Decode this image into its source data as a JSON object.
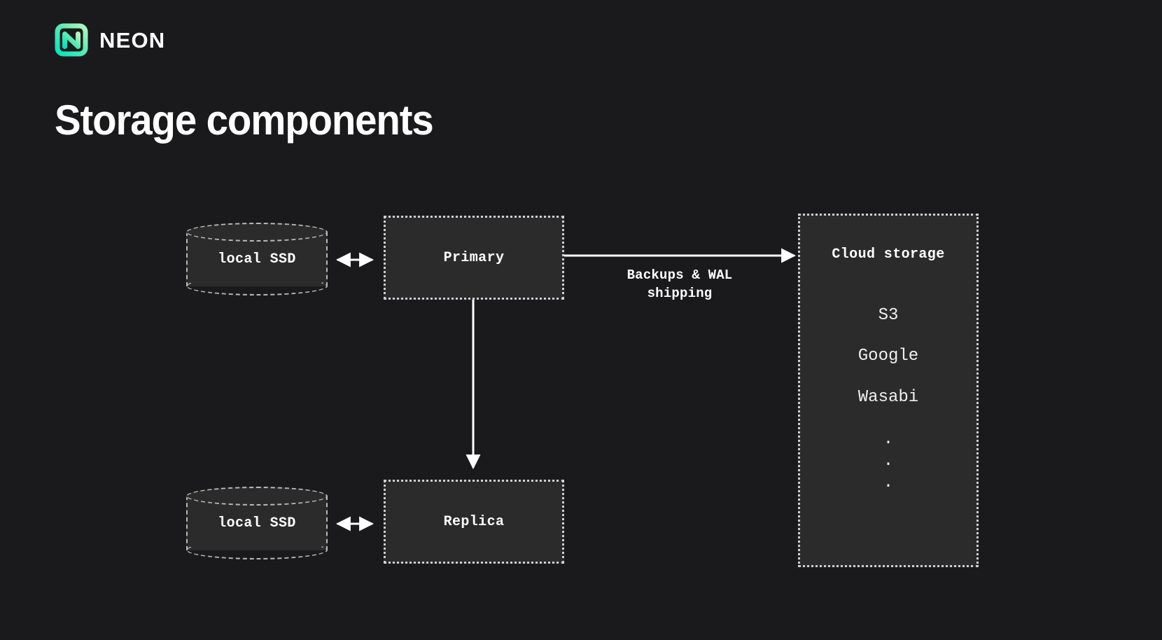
{
  "brand": {
    "logo_icon": "neon-logo-mark",
    "wordmark": "NEON",
    "gradient_from": "#00e5c0",
    "gradient_to": "#a7f3b8"
  },
  "page": {
    "title": "Storage components",
    "background_color": "#1a1a1c",
    "node_fill_color": "#2b2b2b",
    "border_color": "#cfcfcf",
    "text_color": "#ffffff"
  },
  "diagram": {
    "nodes": [
      {
        "id": "ssd-primary",
        "label": "local SSD",
        "shape": "cylinder"
      },
      {
        "id": "primary",
        "label": "Primary",
        "shape": "dotted-box"
      },
      {
        "id": "ssd-replica",
        "label": "local SSD",
        "shape": "cylinder"
      },
      {
        "id": "replica",
        "label": "Replica",
        "shape": "dotted-box"
      },
      {
        "id": "cloud-storage",
        "label": "Cloud storage",
        "shape": "dotted-box"
      }
    ],
    "cloud_storage": {
      "title": "Cloud storage",
      "providers": [
        "S3",
        "Google",
        "Wasabi"
      ],
      "ellipsis": [
        ".",
        ".",
        "."
      ]
    },
    "edges": [
      {
        "id": "ssd-primary-edge",
        "from": "ssd-primary",
        "to": "primary",
        "arrow": "double",
        "label": ""
      },
      {
        "id": "primary-cloud-edge",
        "from": "primary",
        "to": "cloud-storage",
        "arrow": "single",
        "label": "Backups & WAL\nshipping"
      },
      {
        "id": "primary-replica-edge",
        "from": "primary",
        "to": "replica",
        "arrow": "single",
        "label": ""
      },
      {
        "id": "ssd-replica-edge",
        "from": "ssd-replica",
        "to": "replica",
        "arrow": "double",
        "label": ""
      }
    ]
  }
}
